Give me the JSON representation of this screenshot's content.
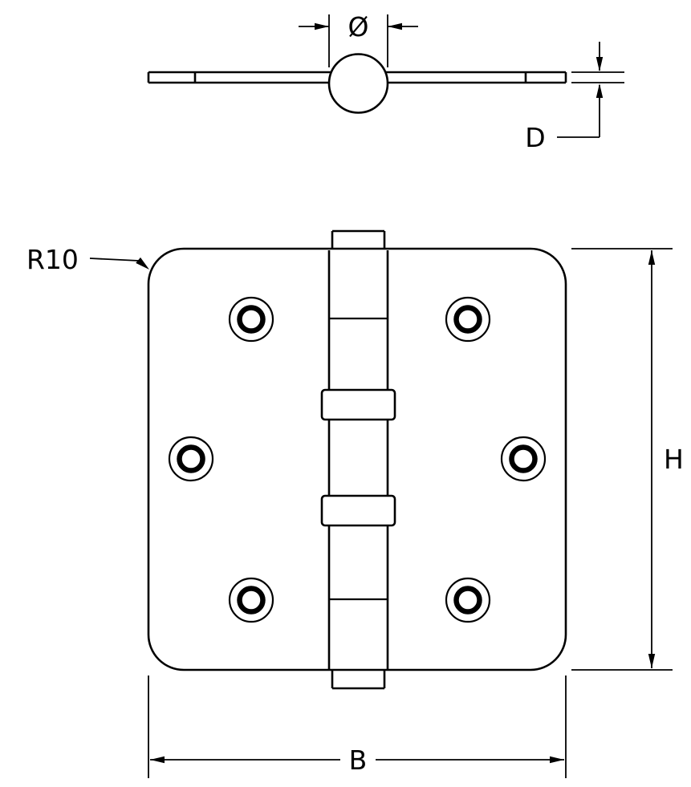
{
  "drawing": {
    "line_color": "#000000",
    "background_color": "#ffffff",
    "labels": {
      "pin_diameter": "Ø",
      "leaf_thickness": "D",
      "corner_radius": "R10",
      "height": "H",
      "width": "B"
    }
  }
}
